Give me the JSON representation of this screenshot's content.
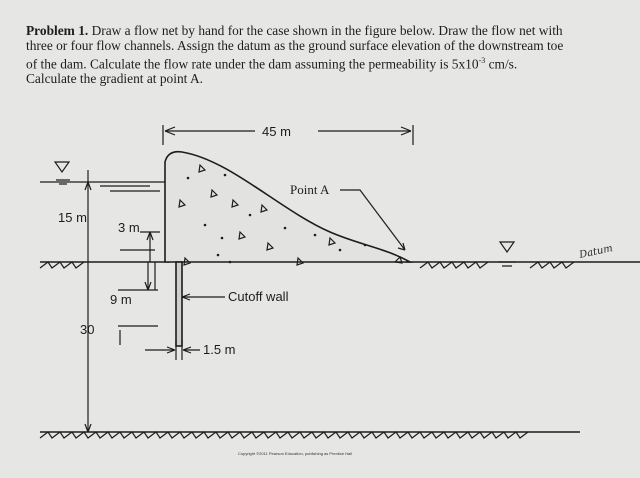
{
  "problem": {
    "heading": "Problem 1.",
    "text": "Draw a flow net by hand for the case shown in the figure below. Draw the flow net with three or four flow channels. Assign the datum as the ground surface elevation of the downstream toe of the dam. Calculate the flow rate under the dam assuming the permeability is 5x10",
    "exponent": "-3",
    "text_end": " cm/s. Calculate the gradient at point A."
  },
  "figure": {
    "dam_length": "45 m",
    "upstream_head": "15 m",
    "freeboard": "3 m",
    "cutoff_depth": "9 m",
    "soil_depth": "30",
    "cutoff_width": "1.5 m",
    "cutoff_label": "Cutoff wall",
    "point_label": "Point A",
    "handwritten_note": "Datum",
    "copyright": "Copyright ©2011 Pearson Education, publishing as Prentice Hall"
  }
}
